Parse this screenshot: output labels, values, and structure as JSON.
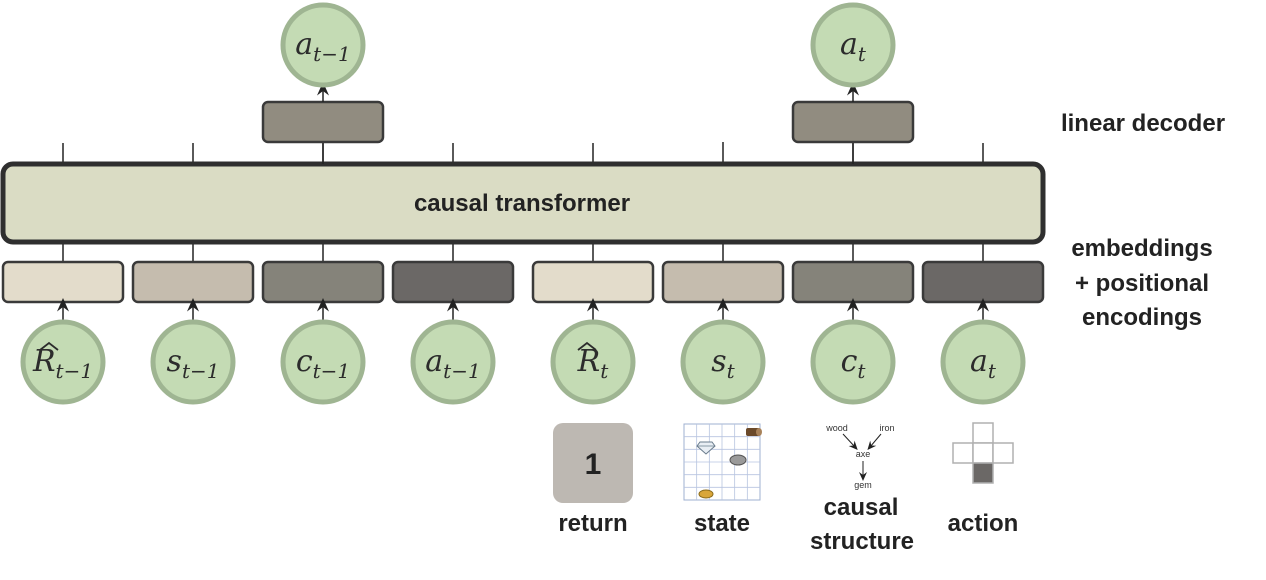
{
  "transformer": {
    "label": "causal transformer",
    "fill": "#dadcc4",
    "stroke": "#2f2f2f"
  },
  "labels": {
    "decoder": "linear decoder",
    "embeddings_line1": "embeddings",
    "embeddings_line2": "+ positional",
    "embeddings_line3": "encodings"
  },
  "inputs": [
    {
      "base": "R",
      "sub": "t−1",
      "hat": true,
      "embed_color": "#e3dccb"
    },
    {
      "base": "s",
      "sub": "t−1",
      "hat": false,
      "embed_color": "#c5bcae"
    },
    {
      "base": "c",
      "sub": "t−1",
      "hat": false,
      "embed_color": "#85837a"
    },
    {
      "base": "a",
      "sub": "t−1",
      "hat": false,
      "embed_color": "#6b6866"
    },
    {
      "base": "R",
      "sub": "t",
      "hat": true,
      "embed_color": "#e3dccb"
    },
    {
      "base": "s",
      "sub": "t",
      "hat": false,
      "embed_color": "#c5bcae"
    },
    {
      "base": "c",
      "sub": "t",
      "hat": false,
      "embed_color": "#85837a"
    },
    {
      "base": "a",
      "sub": "t",
      "hat": false,
      "embed_color": "#6b6866"
    }
  ],
  "outputs": [
    {
      "base": "a",
      "sub": "t−1"
    },
    {
      "base": "a",
      "sub": "t"
    }
  ],
  "decoder_color": "#918c80",
  "node_fill": "#c4dbb4",
  "node_stroke": "#9fb592",
  "legend": {
    "return": {
      "value": "1",
      "label": "return"
    },
    "state": {
      "label": "state"
    },
    "causal": {
      "label_line1": "causal",
      "label_line2": "structure",
      "nodes": {
        "wood": "wood",
        "iron": "iron",
        "axe": "axe",
        "gem": "gem"
      }
    },
    "action": {
      "label": "action"
    }
  }
}
